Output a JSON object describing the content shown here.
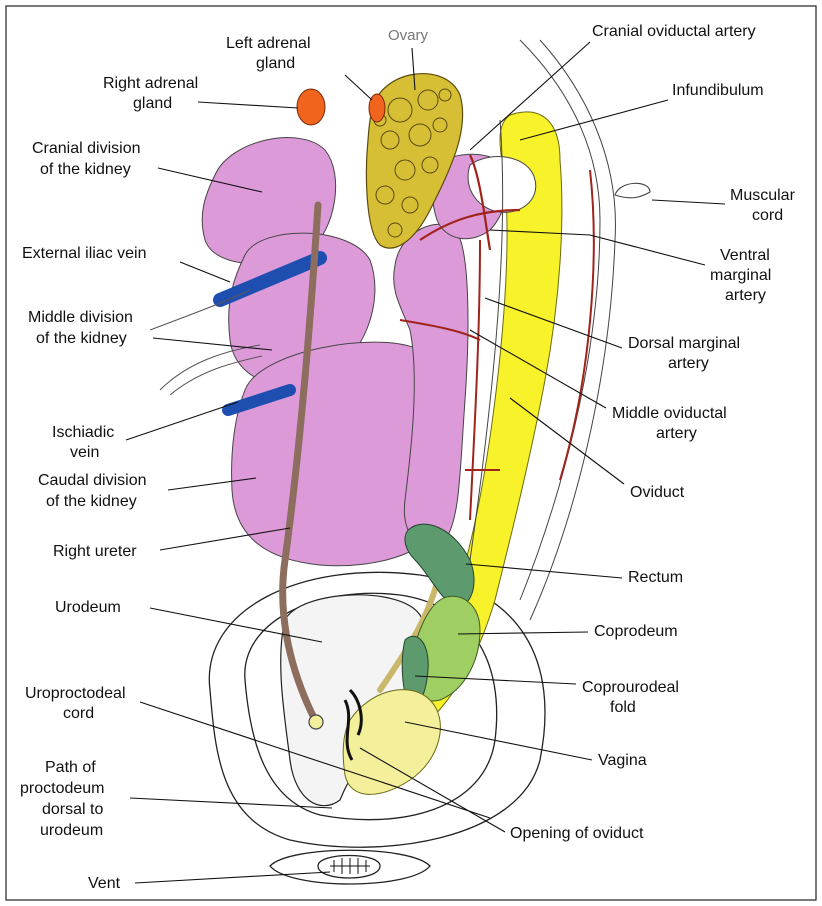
{
  "labels": {
    "ovary": "Ovary",
    "left_adrenal": [
      "Left adrenal",
      "gland"
    ],
    "right_adrenal": [
      "Right adrenal",
      "gland"
    ],
    "cranial_oviductal_artery": "Cranial oviductal artery",
    "infundibulum": "Infundibulum",
    "cranial_division": [
      "Cranial division",
      "of the kidney"
    ],
    "muscular_cord": [
      "Muscular",
      "cord"
    ],
    "external_iliac_vein": "External iliac vein",
    "ventral_marginal_artery": [
      "Ventral",
      "marginal",
      "artery"
    ],
    "middle_division": [
      "Middle division",
      "of the kidney"
    ],
    "dorsal_marginal_artery": [
      "Dorsal marginal",
      "artery"
    ],
    "ischiadic_vein": [
      "Ischiadic",
      "vein"
    ],
    "middle_oviductal_artery": [
      "Middle oviductal",
      "artery"
    ],
    "caudal_division": [
      "Caudal division",
      "of the kidney"
    ],
    "oviduct": "Oviduct",
    "right_ureter": "Right ureter",
    "rectum": "Rectum",
    "urodeum": "Urodeum",
    "coprodeum": "Coprodeum",
    "uroproctodeal_cord": [
      "Uroproctodeal",
      "cord"
    ],
    "coprourodeal_fold": [
      "Coprourodeal",
      "fold"
    ],
    "vagina": "Vagina",
    "path_of_proctodeum": [
      "Path of",
      "proctodeum",
      "dorsal to",
      "urodeum"
    ],
    "opening_of_oviduct": "Opening of oviduct",
    "vent": "Vent"
  },
  "colors": {
    "kidney": "#dd9ad8",
    "adrenal": "#f0641e",
    "ovary": "#d6bf35",
    "oviduct": "#f7f22a",
    "vein": "#1e4fb0",
    "artery": "#a0241c",
    "ureter": "#8c6d5e",
    "rectum": "#5d9a6e",
    "coprodeum": "#9fce62",
    "vagina": "#f3ef9a"
  }
}
